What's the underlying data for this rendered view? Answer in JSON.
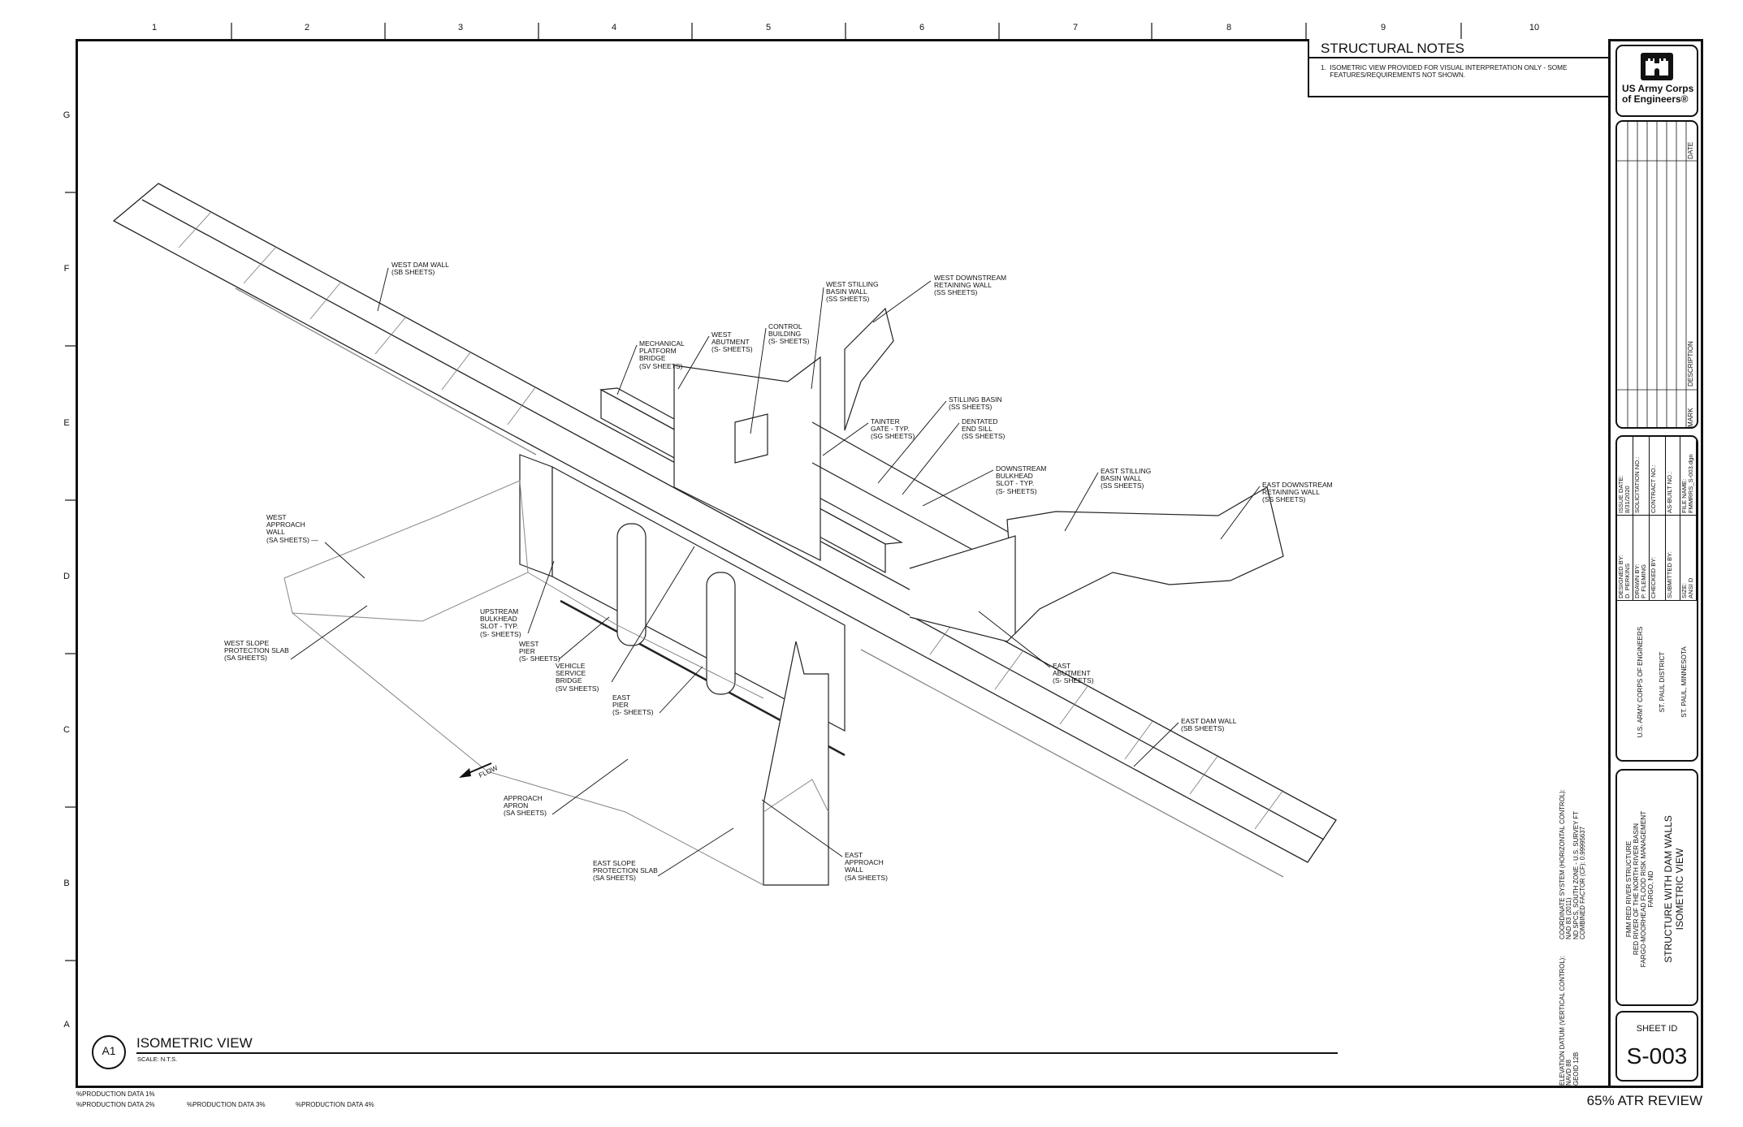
{
  "grid": {
    "columns": [
      "1",
      "2",
      "3",
      "4",
      "5",
      "6",
      "7",
      "8",
      "9",
      "10"
    ],
    "rows": [
      "G",
      "F",
      "E",
      "D",
      "C",
      "B",
      "A"
    ]
  },
  "structural_notes": {
    "title": "STRUCTURAL NOTES",
    "items": [
      "1.  ISOMETRIC VIEW PROVIDED FOR VISUAL INTERPRETATION ONLY - SOME\n     FEATURES/REQUIREMENTS NOT SHOWN."
    ]
  },
  "logo": {
    "line1": "US Army Corps",
    "line2": "of Engineers®"
  },
  "revisions": {
    "mark": "MARK",
    "description": "DESCRIPTION",
    "date": "DATE"
  },
  "office": {
    "line1": "U.S. ARMY CORPS OF ENGINEERS",
    "line2": "ST. PAUL DISTRICT",
    "line3": "ST. PAUL, MINNESOTA"
  },
  "info": {
    "designed_by": "DESIGNED BY:\nD. PERKINS",
    "drawn_by": "DRAWN BY:\nP. FLEMING",
    "checked_by": "CHECKED BY:",
    "submitted_by": "SUBMITTED BY:",
    "size": "SIZE:\nANSI D",
    "file_name": "FILE NAME:\nFMMRRS_S-003.dgn",
    "issue_date": "ISSUE DATE:\n8/31/2020",
    "solicitation": "SOLICITATION NO.:",
    "contract": "CONTRACT NO.:",
    "as_built": "AS-BUILT NO.:"
  },
  "project": {
    "line1": "FMM RED RIVER STRUCTURE",
    "line2": "RED RIVER OF THE NORTH RIVER BASIN",
    "line3": "FARGO-MOORHEAD FLOOD RISK MANAGEMENT",
    "line4": "FARGO, ND",
    "sheet_title1": "STRUCTURE WITH DAM WALLS",
    "sheet_title2": "ISOMETRIC VIEW"
  },
  "sheet": {
    "label": "SHEET ID",
    "id": "S-003"
  },
  "datum": {
    "elevation": "ELEVATION DATUM (VERTICAL CONTROL):\nNAVD 88\nGEOID 12B",
    "coordinate": "COORDINATE SYSTEM (HORIZONTAL CONTROL):\nNAD 83 (2011)\nND SPCS, SOUTH ZONE - U.S. SURVEY FT\nCOMBINED FACTOR (CF): 0.99995637"
  },
  "review_status": "65% ATR REVIEW",
  "view": {
    "id": "A1",
    "title": "ISOMETRIC VIEW",
    "scale": "SCALE: N.T.S."
  },
  "production": [
    "%PRODUCTION DATA 1%",
    "%PRODUCTION DATA 2%",
    "%PRODUCTION DATA 3%",
    "%PRODUCTION DATA 4%"
  ],
  "callouts": {
    "west_dam_wall": "WEST DAM WALL\n(SB SHEETS)",
    "west_stilling_basin_wall": "WEST STILLING\nBASIN WALL\n(SS SHEETS)",
    "west_downstream_retaining_wall": "WEST DOWNSTREAM\nRETAINING WALL\n(SS SHEETS)",
    "control_building": "CONTROL\nBUILDING\n(S- SHEETS)",
    "west_abutment": "WEST\nABUTMENT\n(S- SHEETS)",
    "mechanical_platform_bridge": "MECHANICAL\nPLATFORM\nBRIDGE\n(SV SHEETS)",
    "stilling_basin": "STILLING BASIN\n(SS SHEETS)",
    "tainter_gate": "TAINTER\nGATE - TYP.\n(SG SHEETS)",
    "dentated_end_sill": "DENTATED\nEND SILL\n(SS SHEETS)",
    "downstream_bulkhead_slot": "DOWNSTREAM\nBULKHEAD\nSLOT - TYP.\n(S- SHEETS)",
    "east_stilling_basin_wall": "EAST STILLING\nBASIN WALL\n(SS SHEETS)",
    "east_downstream_retaining_wall": "EAST DOWNSTREAM\nRETAINING WALL\n(SS SHEETS)",
    "west_approach_wall": "WEST\nAPPROACH\nWALL\n(SA SHEETS) —",
    "west_slope_protection_slab": "WEST SLOPE\nPROTECTION SLAB\n(SA SHEETS)",
    "upstream_bulkhead_slot": "UPSTREAM\nBULKHEAD\nSLOT - TYP.\n(S- SHEETS)",
    "west_pier": "WEST\nPIER\n(S- SHEETS)",
    "vehicle_service_bridge": "VEHICLE\nSERVICE\nBRIDGE\n(SV SHEETS)",
    "east_pier": "EAST\nPIER\n(S- SHEETS)",
    "east_abutment": "EAST\nABUTMENT\n(S- SHEETS)",
    "east_dam_wall": "EAST DAM WALL\n(SB SHEETS)",
    "flow": "FLOW",
    "approach_apron": "APPROACH\nAPRON\n(SA SHEETS)",
    "east_slope_protection_slab": "EAST SLOPE\nPROTECTION SLAB\n(SA SHEETS)",
    "east_approach_wall": "EAST\nAPPROACH\nWALL\n(SA SHEETS)"
  }
}
